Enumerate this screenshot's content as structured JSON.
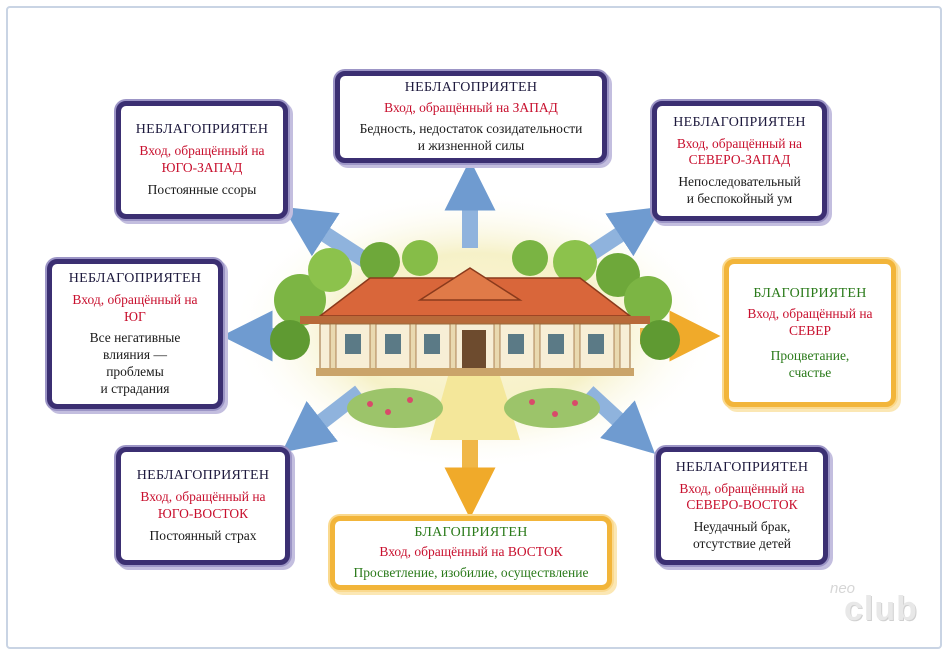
{
  "cards": {
    "west": {
      "verdict": "НЕБЛАГОПРИЯТЕН",
      "entrance": "Вход, обращённый на ЗАПАД",
      "effect_1": "Бедность, недостаток созидательности",
      "effect_2": "и жизненной силы"
    },
    "southwest": {
      "verdict": "НЕБЛАГОПРИЯТЕН",
      "entrance_1": "Вход, обращённый на",
      "entrance_2": "ЮГО-ЗАПАД",
      "effect_1": "Постоянные ссоры"
    },
    "northwest": {
      "verdict": "НЕБЛАГОПРИЯТЕН",
      "entrance_1": "Вход, обращённый на",
      "entrance_2": "СЕВЕРО-ЗАПАД",
      "effect_1": "Непоследовательный",
      "effect_2": "и беспокойный ум"
    },
    "south": {
      "verdict": "НЕБЛАГОПРИЯТЕН",
      "entrance_1": "Вход, обращённый на",
      "entrance_2": "ЮГ",
      "effect_1": "Все негативные",
      "effect_2": "влияния —",
      "effect_3": "проблемы",
      "effect_4": "и страдания"
    },
    "north": {
      "verdict": "БЛАГОПРИЯТЕН",
      "entrance_1": "Вход, обращённый на",
      "entrance_2": "СЕВЕР",
      "effect_1": "Процветание,",
      "effect_2": "счастье"
    },
    "southeast": {
      "verdict": "НЕБЛАГОПРИЯТЕН",
      "entrance_1": "Вход, обращённый на",
      "entrance_2": "ЮГО-ВОСТОК",
      "effect_1": "Постоянный страх"
    },
    "northeast": {
      "verdict": "НЕБЛАГОПРИЯТЕН",
      "entrance_1": "Вход, обращённый на",
      "entrance_2": "СЕВЕРО-ВОСТОК",
      "effect_1": "Неудачный брак,",
      "effect_2": "отсутствие детей"
    },
    "east": {
      "verdict": "БЛАГОПРИЯТЕН",
      "entrance": "Вход, обращённый на ВОСТОК",
      "effect_1": "Просветление, изобилие, осуществление"
    }
  },
  "watermark": {
    "small": "neo",
    "big": "club"
  },
  "colors": {
    "unfavorable_border": "#3b2f72",
    "favorable_border": "#f2b53a",
    "entrance_text": "#c8102e",
    "favorable_text": "#2a7a1a",
    "arrow_blue": "#8fb3dd",
    "arrow_orange": "#f2b53a"
  },
  "icons": [
    "house-illustration",
    "direction-arrow"
  ]
}
